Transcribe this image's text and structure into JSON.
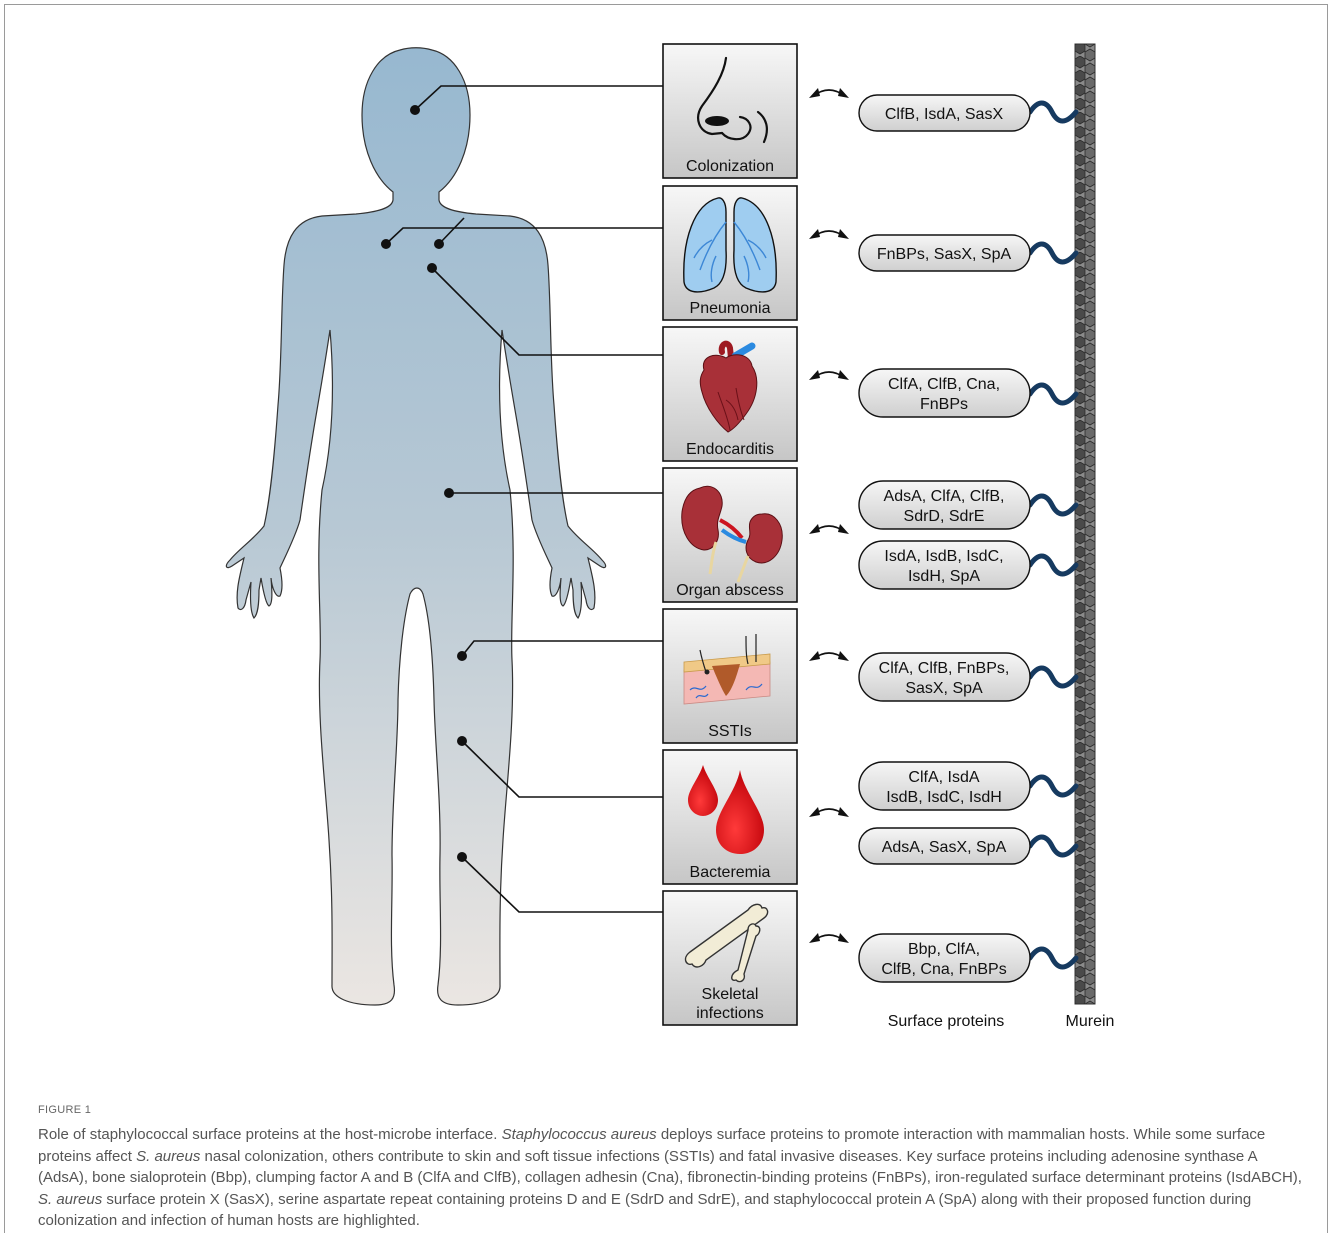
{
  "diseases": [
    {
      "label": [
        "Colonization"
      ],
      "icon": "nose-icon",
      "proteins": [
        [
          "ClfB, IsdA, SasX"
        ]
      ]
    },
    {
      "label": [
        "Pneumonia"
      ],
      "icon": "lungs-icon",
      "proteins": [
        [
          "FnBPs, SasX, SpA"
        ]
      ]
    },
    {
      "label": [
        "Endocarditis"
      ],
      "icon": "heart-icon",
      "proteins": [
        [
          "ClfA, ClfB, Cna,",
          "FnBPs"
        ]
      ]
    },
    {
      "label": [
        "Organ abscess"
      ],
      "icon": "kidneys-icon",
      "proteins": [
        [
          "AdsA, ClfA, ClfB,",
          "SdrD, SdrE"
        ],
        [
          "IsdA, IsdB, IsdC,",
          "IsdH, SpA"
        ]
      ]
    },
    {
      "label": [
        "SSTIs"
      ],
      "icon": "skin-icon",
      "proteins": [
        [
          "ClfA, ClfB, FnBPs,",
          "SasX, SpA"
        ]
      ]
    },
    {
      "label": [
        "Bacteremia"
      ],
      "icon": "blood-drops-icon",
      "proteins": [
        [
          "ClfA, IsdA",
          "IsdB, IsdC, IsdH"
        ],
        [
          "AdsA, SasX, SpA"
        ]
      ]
    },
    {
      "label": [
        "Skeletal",
        "infections"
      ],
      "icon": "bones-icon",
      "proteins": [
        [
          "Bbp, ClfA,",
          "ClfB, Cna, FnBPs"
        ]
      ]
    }
  ],
  "labels": {
    "surface_proteins": "Surface proteins",
    "murein": "Murein"
  },
  "figure_label": "FIGURE 1",
  "caption_parts": [
    {
      "text": "Role of staphylococcal surface proteins at the host-microbe interface. ",
      "italic": false
    },
    {
      "text": "Staphylococcus aureus",
      "italic": true
    },
    {
      "text": " deploys surface proteins to promote interaction with mammalian hosts. While some surface proteins affect ",
      "italic": false
    },
    {
      "text": "S. aureus",
      "italic": true
    },
    {
      "text": " nasal colonization, others contribute to skin and soft tissue infections (SSTIs) and fatal invasive diseases. Key surface proteins including adenosine synthase A (AdsA), bone sialoprotein (Bbp), clumping factor A and B (ClfA and ClfB), collagen adhesin (Cna), fibronectin-binding proteins (FnBPs), iron-regulated surface determinant proteins (IsdABCH), ",
      "italic": false
    },
    {
      "text": "S. aureus",
      "italic": true
    },
    {
      "text": " surface protein X (SasX), serine aspartate repeat containing proteins D and E (SdrD and SdrE), and staphylococcal protein A (SpA) along with their proposed function during colonization and infection of human hosts are highlighted.",
      "italic": false
    }
  ],
  "colors": {
    "body_top": "#97b8d0",
    "body_bottom": "#eae6e2",
    "box_top": "#f4f4f4",
    "box_bottom": "#c9c9c9",
    "tether": "#163a60",
    "murein": "#555555",
    "blood": "#e3141c",
    "lung": "#9fcdf0",
    "vessel": "#3c87d6",
    "organ": "#9e2a30"
  }
}
